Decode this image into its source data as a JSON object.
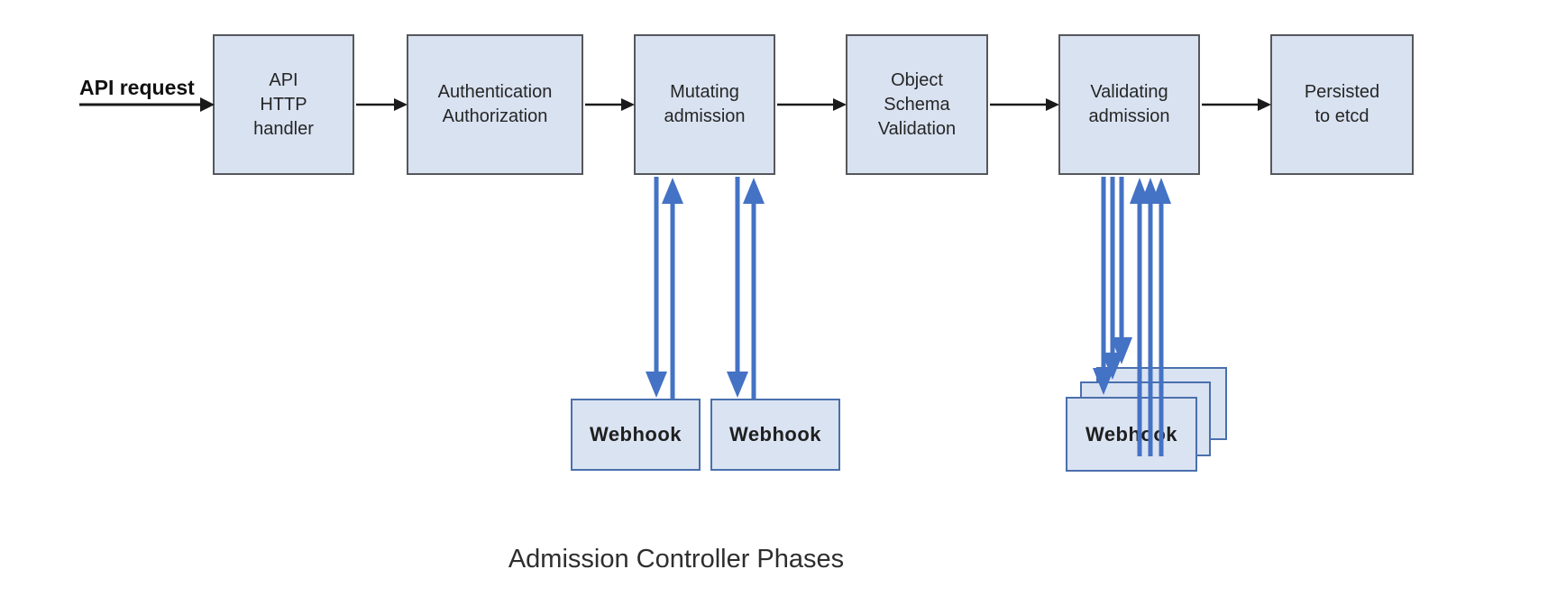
{
  "diagram": {
    "caption": "Admission Controller Phases",
    "request_label": "API request",
    "phases": [
      {
        "label": "API\nHTTP\nhandler"
      },
      {
        "label": "Authentication\nAuthorization"
      },
      {
        "label": "Mutating\nadmission"
      },
      {
        "label": "Object\nSchema\nValidation"
      },
      {
        "label": "Validating\nadmission"
      },
      {
        "label": "Persisted\nto etcd"
      }
    ],
    "mutating_webhooks": [
      {
        "label": "Webhook"
      },
      {
        "label": "Webhook"
      }
    ],
    "validating_webhooks": [
      {
        "label": "Webhook"
      },
      {
        "label": "Webhook"
      },
      {
        "label": "Webhook"
      }
    ],
    "colors": {
      "box_fill": "#d9e2f1",
      "phase_border": "#55585c",
      "webhook_border": "#4a70ad",
      "flow_arrow": "#1a1a1a",
      "webhook_arrow": "#4472c4",
      "caption_text": "#2e2e2e"
    }
  }
}
